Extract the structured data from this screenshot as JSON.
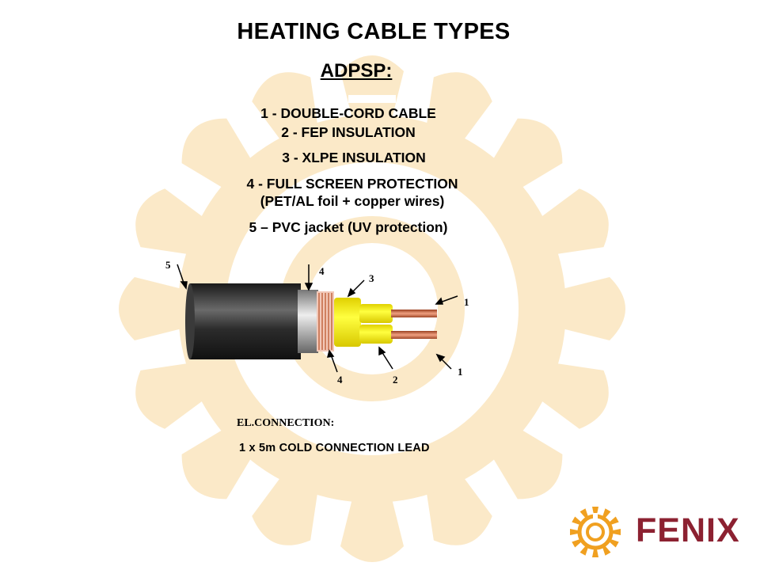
{
  "slide": {
    "title": "HEATING CABLE TYPES",
    "subtitle": "ADPSP:",
    "items": [
      "1 - DOUBLE-CORD CABLE",
      "2 - FEP INSULATION",
      "3 - XLPE INSULATION",
      "4 - FULL SCREEN PROTECTION",
      "(PET/AL foil + copper wires)",
      "5 – PVC jacket (UV protection)"
    ],
    "connection_label": "EL.CONNECTION:",
    "connection_value": "1 x 5m COLD CONNECTION LEAD"
  },
  "diagram": {
    "callouts": {
      "jacket": "5",
      "screen_top": "4",
      "xlpe": "3",
      "core_top": "1",
      "core_bottom": "1",
      "screen_bottom": "4",
      "fep": "2"
    }
  },
  "logo": {
    "text": "FENIX",
    "icon": "sun-logo-icon",
    "text_color": "#8c2131",
    "icon_color": "#f0a020"
  },
  "colors": {
    "background_sun": "#fbe8c6",
    "jacket": "#2a2a2a",
    "xlpe": "#ffff00",
    "copper": "#c8643c"
  }
}
